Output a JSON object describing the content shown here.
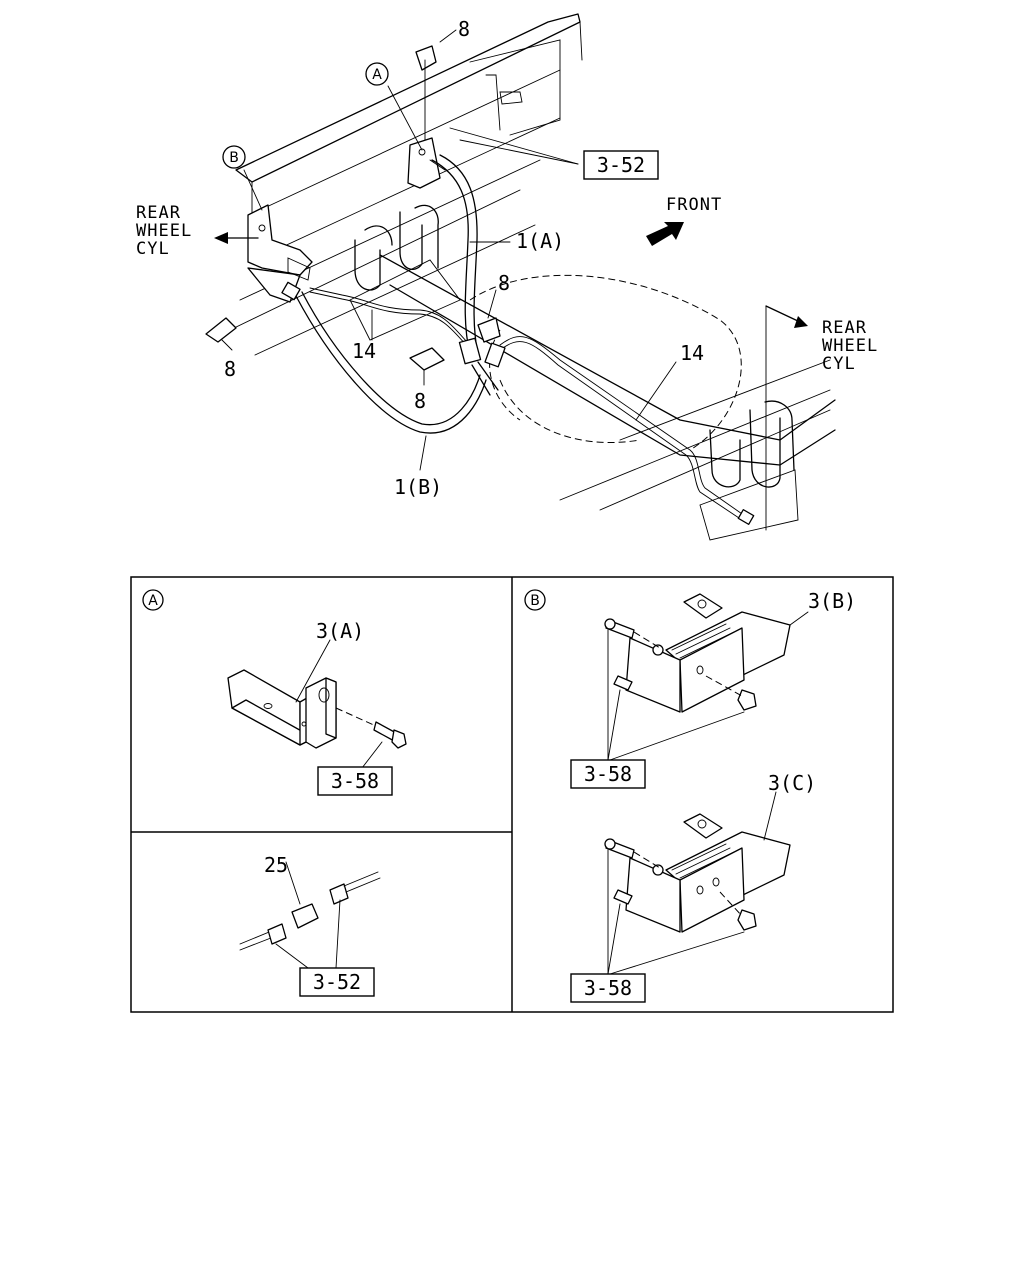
{
  "callouts": {
    "detail_a": "A",
    "detail_b": "B"
  },
  "main_view": {
    "rear_wheel_cyl_left": [
      "REAR",
      "WHEEL",
      "CYL"
    ],
    "rear_wheel_cyl_right": [
      "REAR",
      "WHEEL",
      "CYL"
    ],
    "front_label": "FRONT",
    "part_numbers": {
      "clip_top": "8",
      "clip_mid": "8",
      "clip_left": "8",
      "clip_bottom": "8",
      "pipe_left": "14",
      "pipe_right": "14",
      "hose_a": "1(A)",
      "hose_b": "1(B)"
    },
    "ref_top": "3-52"
  },
  "detail_a_panel": {
    "callout": "A",
    "part": "3(A)",
    "ref": "3-58"
  },
  "connector_panel": {
    "part": "25",
    "ref": "3-52"
  },
  "detail_b_panel": {
    "callout": "B",
    "part_upper": "3(B)",
    "ref_upper": "3-58",
    "part_lower": "3(C)",
    "ref_lower": "3-58"
  }
}
